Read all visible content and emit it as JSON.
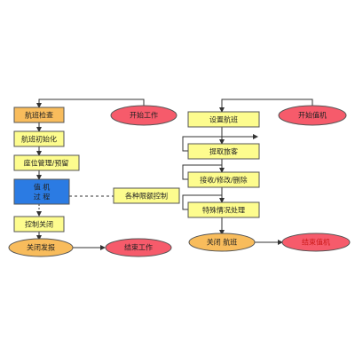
{
  "colors": {
    "orange": "#f8bc5c",
    "yellow": "#fdfc8e",
    "blue": "#2b7be3",
    "pink": "#f65b6b",
    "stroke": "#555555",
    "red_text": "#cc1a1a"
  },
  "left_flow": {
    "flight_check": "航班检查",
    "start_work": "开始工作",
    "flight_init": "航班初始化",
    "seat_manage": "座位管理/预留",
    "checkin_line1": "值 机",
    "checkin_line2": "过 程",
    "permission_control": "各种限额控制",
    "control_close": "控制关闭",
    "close_report": "关闭发报",
    "end_work": "结束工作"
  },
  "right_flow": {
    "set_flight": "设置航班",
    "start_checkin": "开始值机",
    "fetch_passenger": "提取旅客",
    "accept_edit_delete": "接收/修改/删除",
    "special_handling": "特殊情况处理",
    "close_flight": "关闭 航班",
    "end_checkin": "结束值机"
  }
}
